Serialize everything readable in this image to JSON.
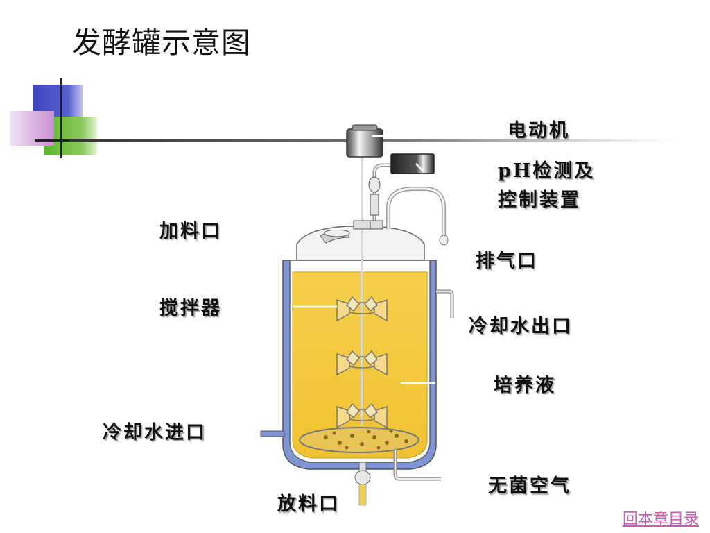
{
  "title": "发酵罐示意图",
  "labels": {
    "motor": "电动机",
    "ph_line1": "pH检测及",
    "ph_line2": "控制装置",
    "feed_inlet": "加料口",
    "exhaust": "排气口",
    "agitator": "搅拌器",
    "cooling_out": "冷却水出口",
    "culture_medium": "培养液",
    "cooling_in": "冷却水进口",
    "sterile_air": "无菌空气",
    "discharge": "放料口"
  },
  "nav": {
    "back_link": "回本章目录"
  },
  "colors": {
    "jacket": "#7f95d6",
    "liquid": "#f4c93e",
    "deco_blue": "#4a4fc2",
    "deco_green": "#6fbe3c",
    "deco_pink": "#c98ed1",
    "link": "#c65bb8"
  }
}
